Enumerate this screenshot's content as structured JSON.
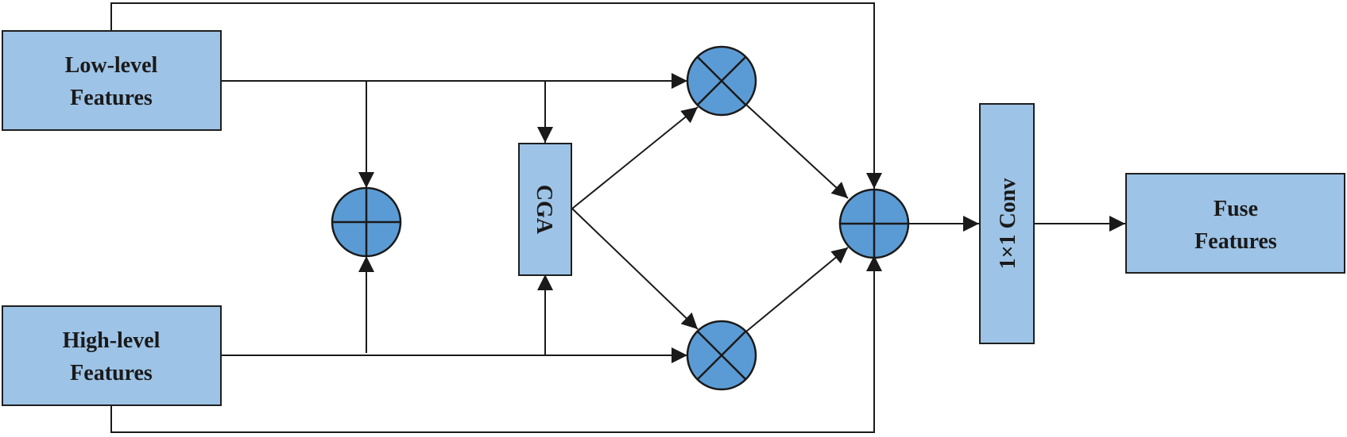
{
  "diagram": {
    "low_level": {
      "line1": "Low-level",
      "line2": "Features"
    },
    "high_level": {
      "line1": "High-level",
      "line2": "Features"
    },
    "cga": "CGA",
    "conv": "1×1 Conv",
    "fuse": {
      "line1": "Fuse",
      "line2": "Features"
    },
    "colors": {
      "box_fill": "#9dc3e6",
      "node_fill": "#5b9bd5",
      "stroke": "#1a1a1a"
    }
  }
}
